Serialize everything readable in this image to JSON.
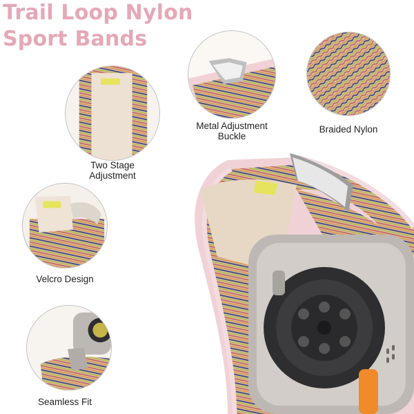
{
  "title": {
    "line1": "Trail Loop Nylon",
    "line2": "Sport Bands"
  },
  "features": [
    {
      "name": "two-stage-adjustment",
      "label_line1": "Two Stage",
      "label_line2": "Adjustment"
    },
    {
      "name": "metal-adjustment-buckle",
      "label_line1": "Metal Adjustment",
      "label_line2": "Buckle"
    },
    {
      "name": "braided-nylon",
      "label_line1": "Braided Nylon",
      "label_line2": ""
    },
    {
      "name": "velcro-design",
      "label_line1": "Velcro Design",
      "label_line2": ""
    },
    {
      "name": "seamless-fit",
      "label_line1": "Seamless Fit",
      "label_line2": ""
    }
  ],
  "colors": {
    "title": "#e5a8b6",
    "band_pink": "#f0d2d6",
    "stripe_orange": "#d99a5a",
    "stripe_green": "#b9b85a",
    "stripe_blue": "#4a4c86",
    "stripe_beige": "#d9c5a6",
    "tab_beige": "#e6d8c4",
    "tab_yellow": "#e6e35c",
    "watch_silver": "#c9c4bf",
    "crown_orange": "#f08a2a"
  }
}
